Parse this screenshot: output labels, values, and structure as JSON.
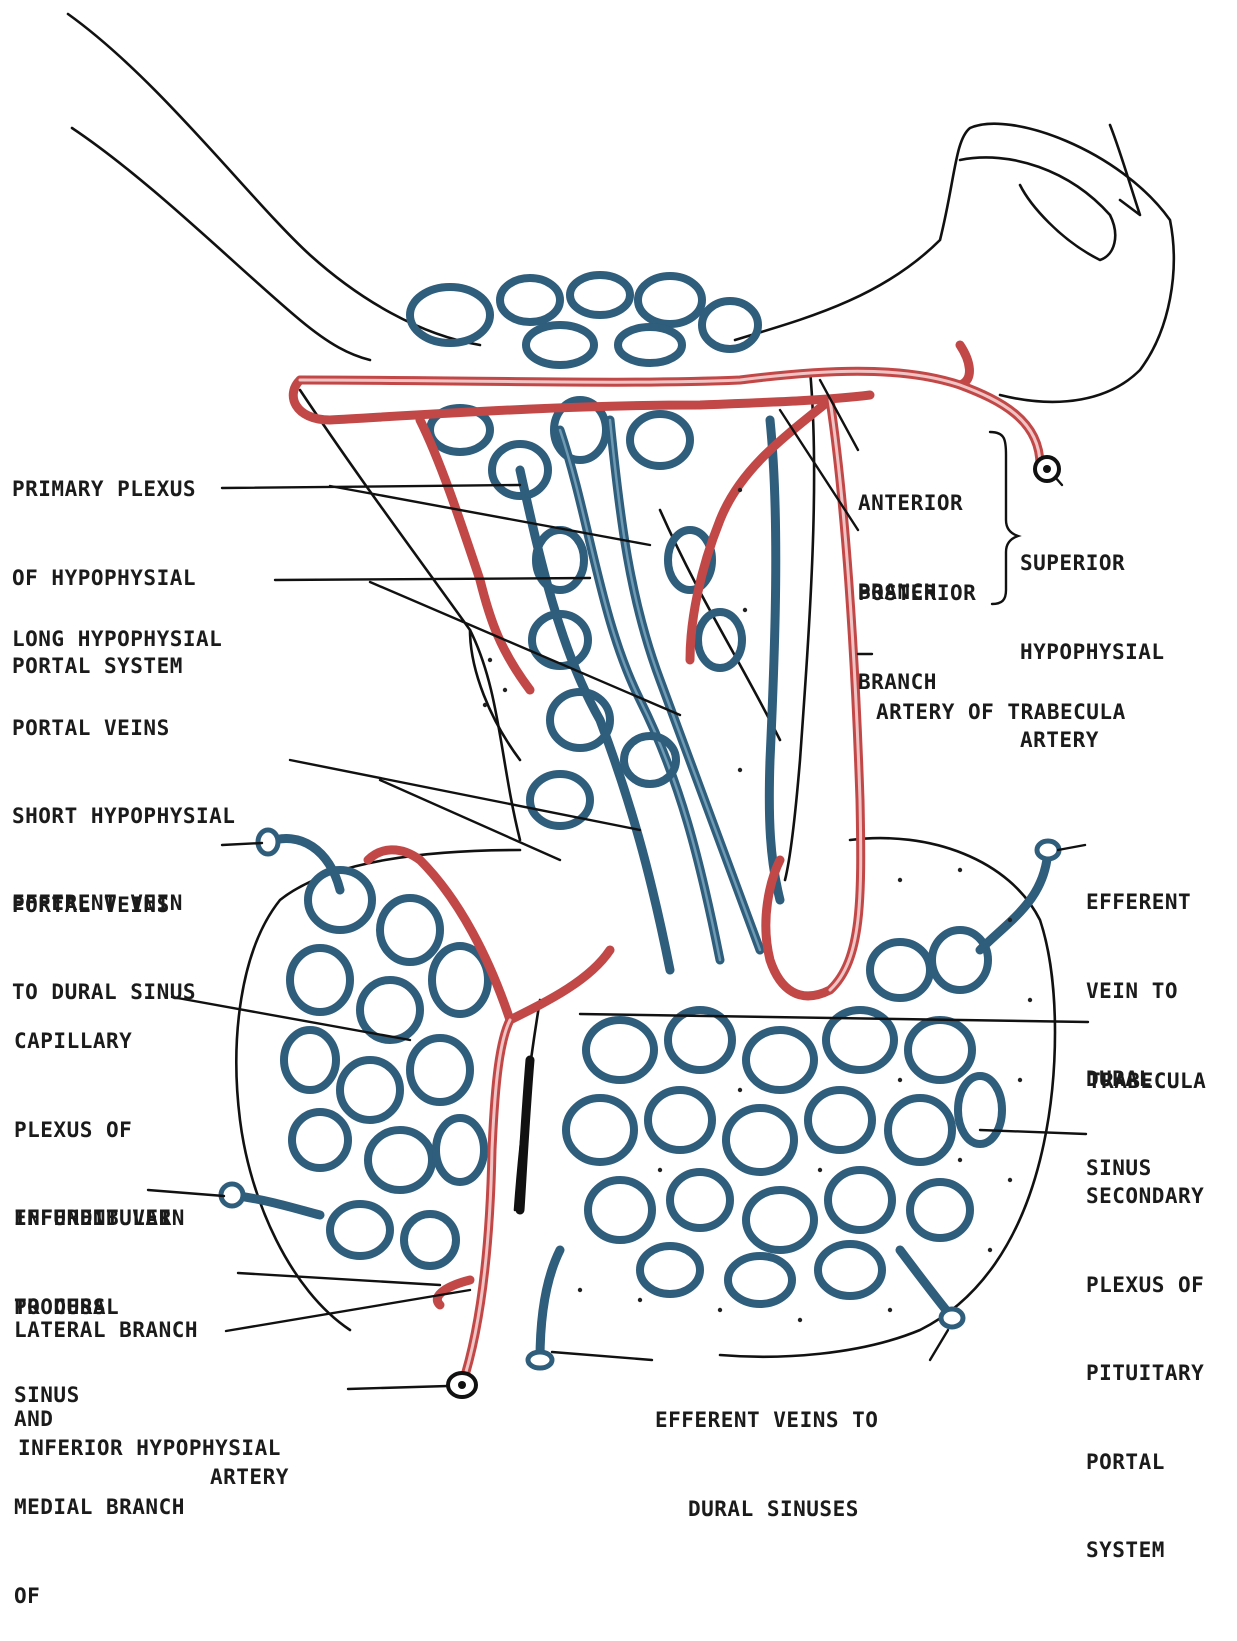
{
  "colors": {
    "artery": "#c24848",
    "vein": "#2f5d7c",
    "outline": "#111111",
    "background": "#ffffff"
  },
  "labels": {
    "primary_plexus": [
      "PRIMARY PLEXUS",
      "OF HYPOPHYSIAL",
      "PORTAL SYSTEM"
    ],
    "long_portal_veins": [
      "LONG HYPOPHYSIAL",
      "PORTAL VEINS"
    ],
    "short_portal_veins": [
      "SHORT HYPOPHYSIAL",
      "PORTAL VEINS"
    ],
    "efferent_vein_left_top": [
      "EFFERENT VEIN",
      "TO DURAL SINUS"
    ],
    "capillary_plexus": [
      "CAPILLARY",
      "PLEXUS OF",
      "INFUNDIBULAR",
      "PROCESS"
    ],
    "efferent_vein_left_bottom": [
      "EFFERENT VEIN",
      "TO DURAL",
      "SINUS"
    ],
    "inferior_artery_branches": [
      "LATERAL BRANCH",
      "AND",
      "MEDIAL BRANCH",
      "OF"
    ],
    "inferior_artery": [
      "INFERIOR HYPOPHYSIAL"
    ],
    "inferior_artery_word": [
      "ARTERY"
    ],
    "efferent_veins_bottom": [
      "EFFERENT VEINS TO",
      "DURAL SINUSES"
    ],
    "anterior_branch": [
      "ANTERIOR",
      "BRANCH"
    ],
    "posterior_branch": [
      "POSTERIOR",
      "BRANCH"
    ],
    "superior_artery": [
      "SUPERIOR",
      "HYPOPHYSIAL",
      "ARTERY"
    ],
    "artery_of_trabecula": [
      "ARTERY OF TRABECULA"
    ],
    "efferent_vein_right": [
      "EFFERENT",
      "VEIN TO",
      "DURAL",
      "SINUS"
    ],
    "trabecula": [
      "TRABECULA"
    ],
    "secondary_plexus": [
      "SECONDARY",
      "PLEXUS OF",
      "PITUITARY",
      "PORTAL",
      "SYSTEM"
    ]
  }
}
